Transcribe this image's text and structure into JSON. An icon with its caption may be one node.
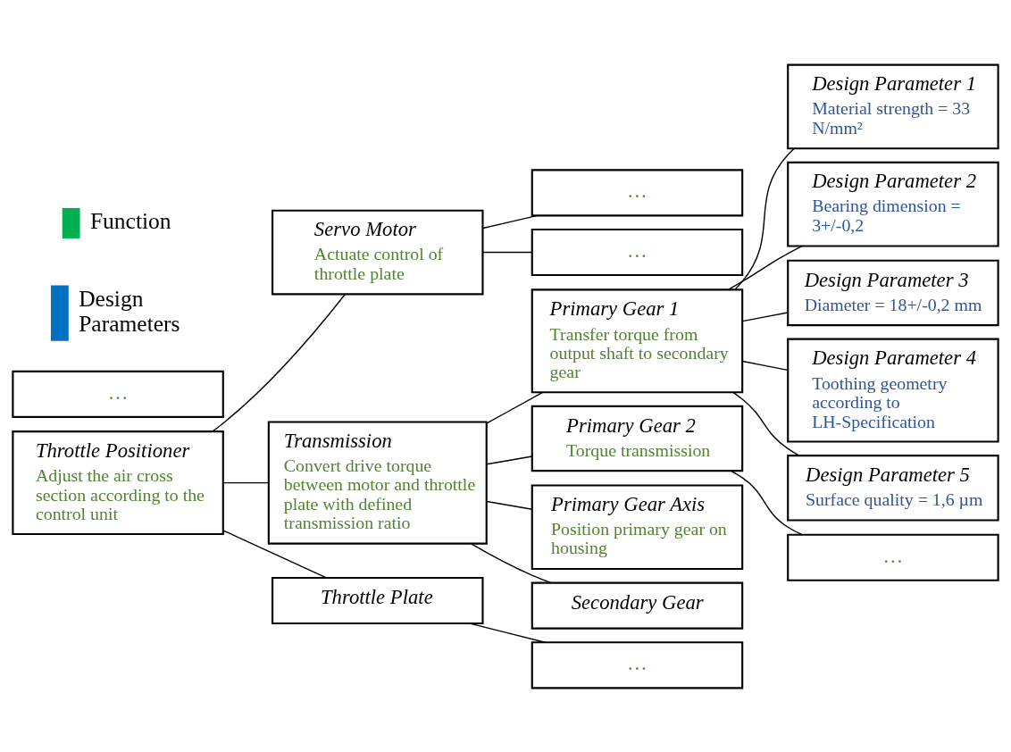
{
  "diagram": {
    "nodes": [
      {
        "text": [
          "Throttle Positioner",
          "Adjust the air cross section according to the control unit"
        ]
      },
      {
        "text": [
          "Servo Motor",
          "Actuate control of throttle plate"
        ]
      },
      {
        "text": [
          "Transmission",
          "Convert drive torque between motor and throttle plate with defined transmission ratio"
        ]
      },
      {
        "text": [
          "Throttle Plate"
        ]
      },
      {
        "text": [
          "…"
        ]
      },
      {
        "text": [
          "…"
        ]
      },
      {
        "text": [
          "Primary Gear 1",
          "Transfer torque from output shaft to secondary gear"
        ]
      },
      {
        "text": [
          "Primary Gear 2",
          "Torque transmission"
        ]
      },
      {
        "text": [
          "Primary Gear Axis",
          "Position primary gear on housing"
        ]
      },
      {
        "text": [
          "Secondary Gear"
        ]
      },
      {
        "text": [
          "…"
        ]
      },
      {
        "text": [
          "Design Parameter 1",
          "Material strength = 33 N/mm²"
        ]
      },
      {
        "text": [
          "Design Parameter 2",
          "Bearing dimension = 3+/-0,2"
        ]
      },
      {
        "text": [
          "Design Parameter 3",
          "Diameter = 18+/-0,2 mm"
        ]
      },
      {
        "text": [
          "Design Parameter 4",
          "Toothing geometry according to LH-Specification"
        ]
      },
      {
        "text": [
          "Design Parameter 5",
          "Surface quality = 1,6 µm"
        ]
      },
      {
        "text": [
          "…"
        ]
      },
      {
        "text": [
          "…"
        ]
      }
    ],
    "edges": [
      {
        "from": 0,
        "to": 1,
        "arrow": "none"
      },
      {
        "from": 0,
        "to": 2,
        "arrow": "none"
      },
      {
        "from": 0,
        "to": 3,
        "arrow": "none"
      },
      {
        "from": 1,
        "to": 4,
        "arrow": "none"
      },
      {
        "from": 1,
        "to": 5,
        "arrow": "none"
      },
      {
        "from": 2,
        "to": 6,
        "arrow": "none"
      },
      {
        "from": 2,
        "to": 7,
        "arrow": "none"
      },
      {
        "from": 2,
        "to": 8,
        "arrow": "none"
      },
      {
        "from": 2,
        "to": 9,
        "arrow": "none"
      },
      {
        "from": 3,
        "to": 10,
        "arrow": "none"
      },
      {
        "from": 6,
        "to": 11,
        "arrow": "none"
      },
      {
        "from": 6,
        "to": 12,
        "arrow": "none"
      },
      {
        "from": 6,
        "to": 13,
        "arrow": "none"
      },
      {
        "from": 6,
        "to": 14,
        "arrow": "none"
      },
      {
        "from": 6,
        "to": 15,
        "arrow": "none"
      },
      {
        "from": 7,
        "to": 16,
        "arrow": "none"
      }
    ],
    "legend": [
      {
        "text": "Function",
        "color": "#00b050"
      },
      {
        "text": "Design Parameters",
        "color": "#0070c0"
      }
    ]
  }
}
